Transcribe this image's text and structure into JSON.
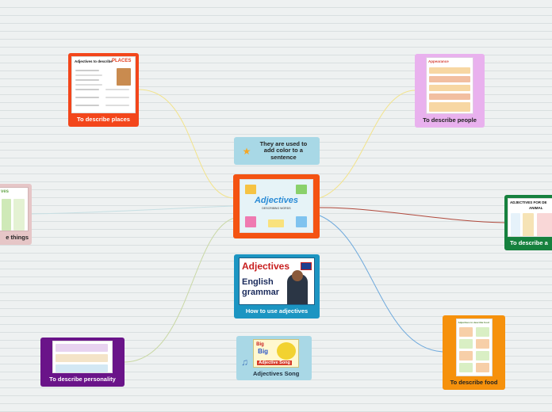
{
  "center": {
    "title": "Adjectives",
    "subtitle": "DESCRIBING WORDS",
    "color": "#f45312"
  },
  "tip": {
    "text": "They are used to add color to a sentence",
    "icon": "star-icon"
  },
  "nodes": {
    "places": {
      "label": "To describe places",
      "thumb_title": "Adjectives to describe",
      "thumb_accent": "PLACES",
      "color": "#f3461b"
    },
    "people": {
      "label": "To describe people",
      "thumb_title": "Appearance",
      "color": "#e9b1ee"
    },
    "things": {
      "label": "e things",
      "thumb_title": "ves",
      "color": "#e6c6c7"
    },
    "animals": {
      "label": "To describe a",
      "thumb_title": "ADJECTIVES FOR DE",
      "thumb_subtitle": "ANIMAL",
      "color": "#16813e"
    },
    "use": {
      "label": "How to use adjectives",
      "thumb_title": "Adjectives",
      "thumb_subtitle": "English grammar",
      "color": "#1c95c2"
    },
    "personality": {
      "label": "To describe personality",
      "color": "#6a1489"
    },
    "song": {
      "label": "Adjectives Song",
      "thumb_word": "Big",
      "thumb_banner": "Adjective Song",
      "icon": "music-note-icon",
      "color": "#a9d8e6"
    },
    "food": {
      "label": "To describe food",
      "thumb_title": "Adjectives to describe food",
      "color": "#f6910c"
    }
  },
  "link_colors": {
    "places": "#f2e38a",
    "people": "#f2e38a",
    "things": "#c7dfe3",
    "animals": "#b0493c",
    "personality": "#c9d8a5",
    "food": "#6ea9dc"
  }
}
